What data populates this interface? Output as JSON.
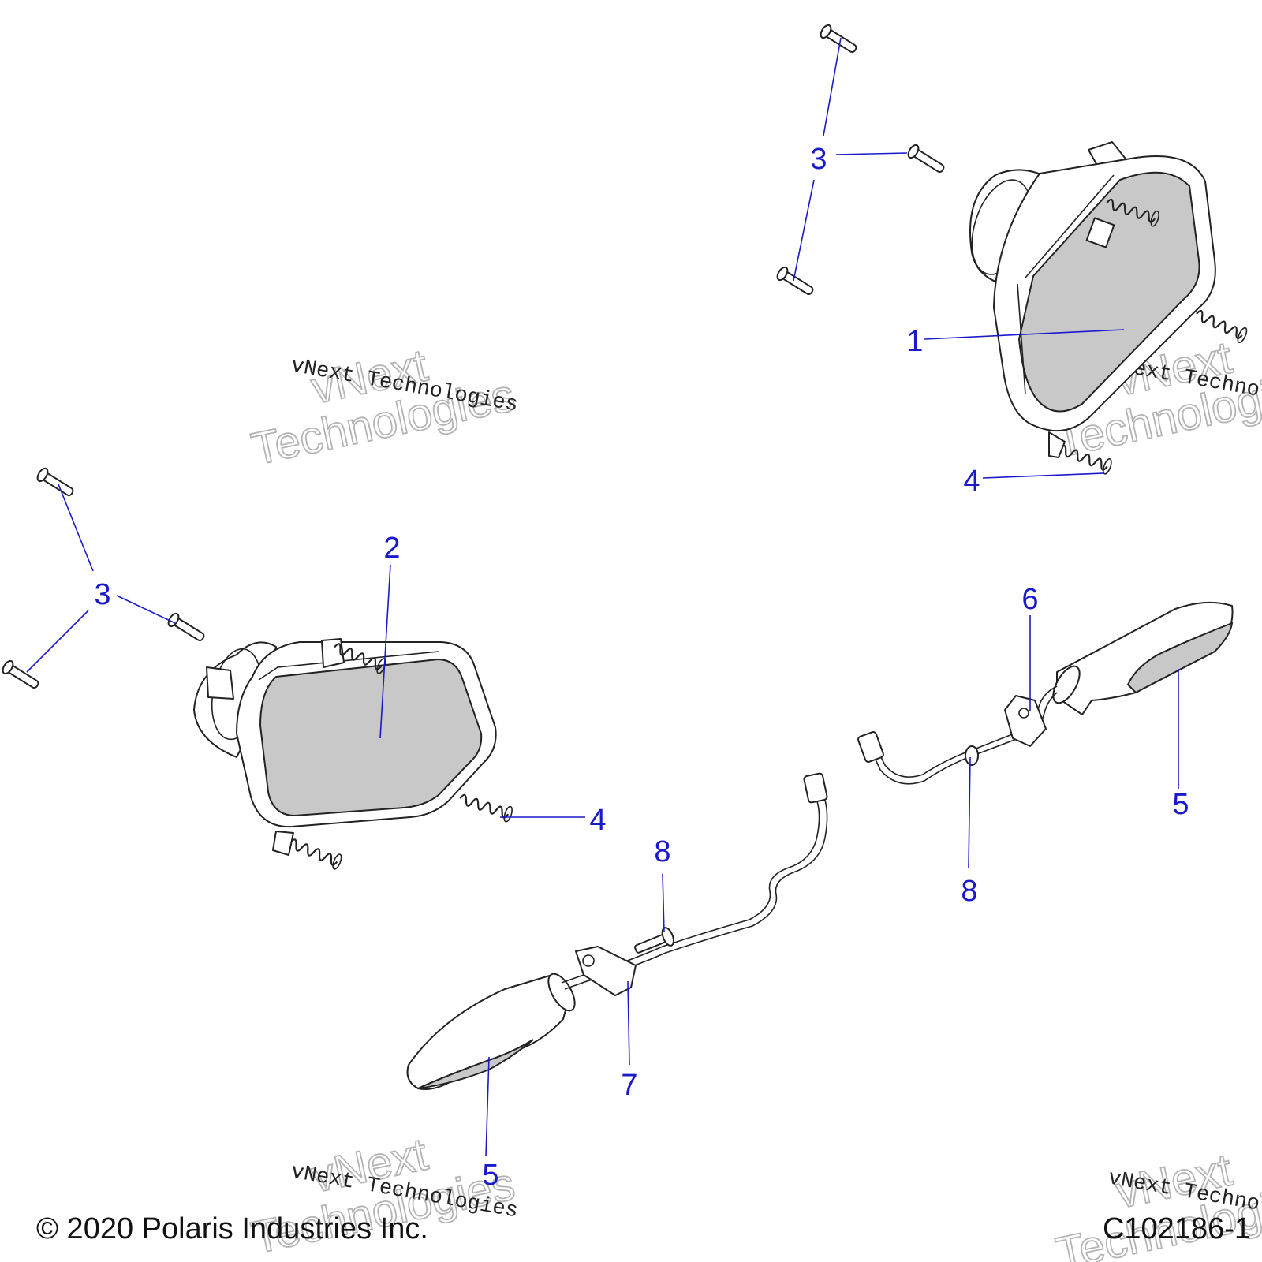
{
  "callouts": {
    "headlight_right": "1",
    "headlight_left": "2",
    "screw_top": "3",
    "screw_left": "3",
    "spring_top": "4",
    "spring_left": "4",
    "turn_signal_right": "5",
    "turn_signal_left": "5",
    "bracket_right": "6",
    "bracket_left": "7",
    "bolt_left": "8",
    "bolt_right": "8"
  },
  "watermark": {
    "small_text": "vNext Technologies",
    "big_line1": "vNext",
    "big_line2": "Technologies"
  },
  "footer": {
    "copyright": "© 2020 Polaris Industries Inc.",
    "drawing_number": "C102186-1"
  },
  "colors": {
    "callout": "#1a1acc",
    "lens": "#c8c8c8",
    "line": "#222222"
  }
}
